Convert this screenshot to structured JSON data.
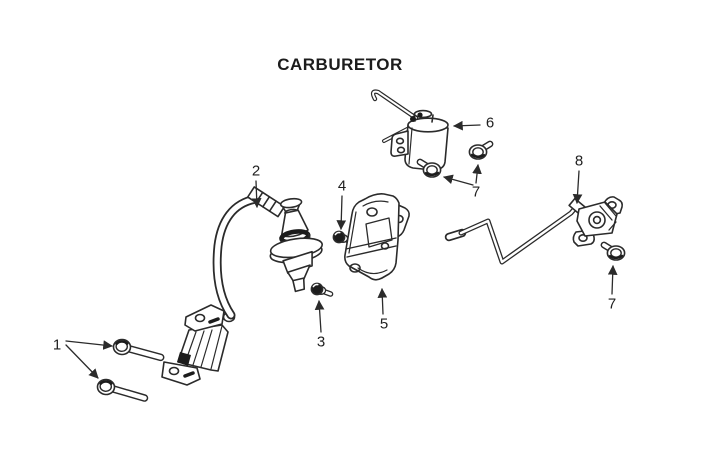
{
  "title": "CARBURETOR",
  "colors": {
    "background": "#ffffff",
    "line": "#2b2b2b",
    "dark_fill": "#1c1c1c"
  },
  "callouts": {
    "c1": {
      "label": "1"
    },
    "c2": {
      "label": "2"
    },
    "c3": {
      "label": "3"
    },
    "c4": {
      "label": "4"
    },
    "c5": {
      "label": "5"
    },
    "c6": {
      "label": "6"
    },
    "c7a": {
      "label": "7"
    },
    "c7b": {
      "label": "7"
    },
    "c8": {
      "label": "8"
    }
  }
}
